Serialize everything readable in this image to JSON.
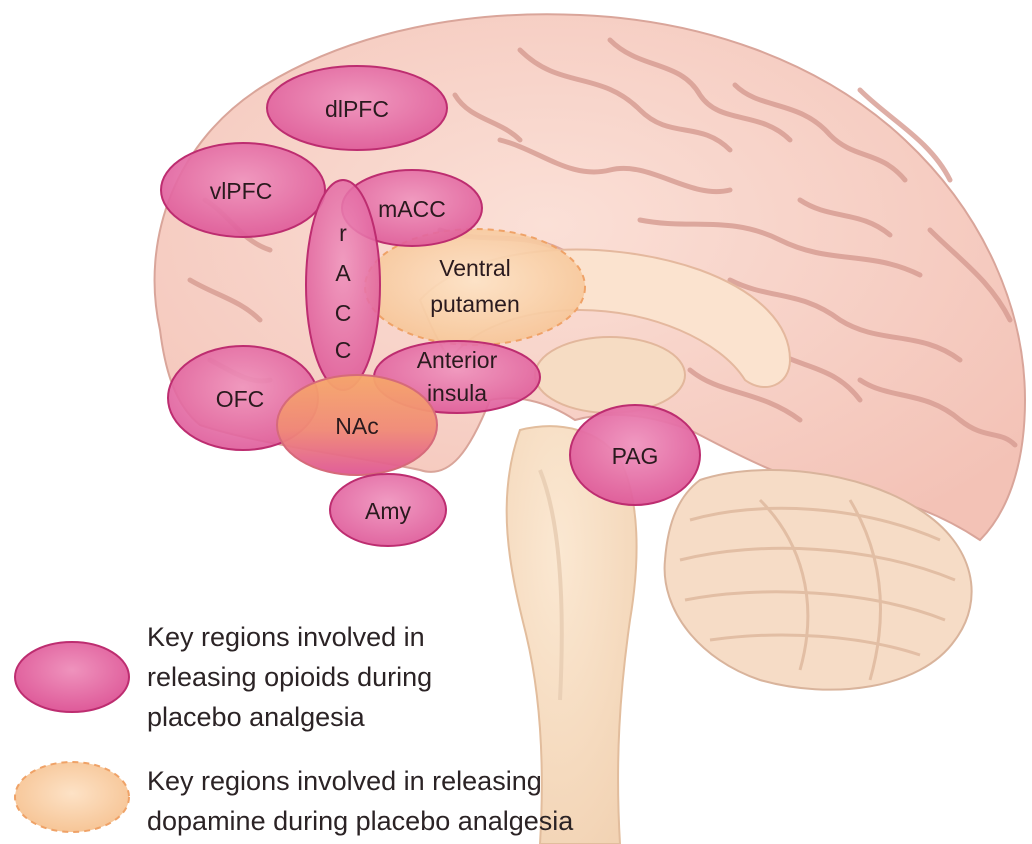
{
  "colors": {
    "opioid_fill": "#e0649e",
    "opioid_stroke": "#bd2d70",
    "dopamine_fill": "#f6c89a",
    "dopamine_stroke": "#efa267",
    "brain_fill": "#f8d2c8",
    "brain_stroke": "#d7a297"
  },
  "regions": {
    "dlpfc": "dlPFC",
    "vlpfc": "vlPFC",
    "macc": "mACC",
    "racc": [
      "r",
      "A",
      "C",
      "C"
    ],
    "ventral_putamen": [
      "Ventral",
      "putamen"
    ],
    "anterior_insula": [
      "Anterior",
      "insula"
    ],
    "ofc": "OFC",
    "nac": "NAc",
    "amy": "Amy",
    "pag": "PAG"
  },
  "legend": {
    "opioid": [
      "Key regions involved in",
      "releasing opioids during",
      "placebo analgesia"
    ],
    "dopamine": [
      "Key regions involved in releasing",
      "dopamine during placebo analgesia"
    ]
  }
}
